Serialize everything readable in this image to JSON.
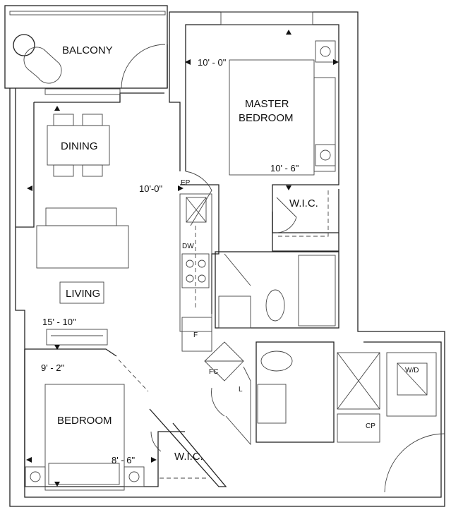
{
  "rooms": {
    "balcony": "BALCONY",
    "master_bedroom_1": "MASTER",
    "master_bedroom_2": "BEDROOM",
    "dining": "DINING",
    "living": "LIVING",
    "bedroom": "BEDROOM",
    "wic_master": "W.I.C.",
    "wic_bedroom": "W.I.C."
  },
  "fixtures": {
    "ep": "EP",
    "dw": "DW",
    "f": "F",
    "fc": "FC",
    "l": "L",
    "cp": "CP",
    "wd": "W/D"
  },
  "dimensions": {
    "master_width": "10' - 0\"",
    "master_length": "10' - 6\"",
    "living_width": "10'-0\"",
    "living_length": "15' - 10\"",
    "bedroom_length": "9' - 2\"",
    "bedroom_width": "8' - 6\""
  }
}
